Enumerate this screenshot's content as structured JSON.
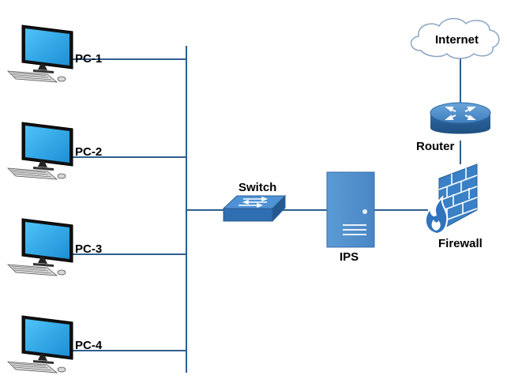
{
  "diagram": {
    "pcs": [
      {
        "label": "PC-1"
      },
      {
        "label": "PC-2"
      },
      {
        "label": "PC-3"
      },
      {
        "label": "PC-4"
      }
    ],
    "switch": {
      "label": "Switch"
    },
    "ips": {
      "label": "IPS"
    },
    "firewall": {
      "label": "Firewall"
    },
    "router": {
      "label": "Router"
    },
    "internet": {
      "label": "Internet"
    }
  },
  "colors": {
    "link": "#2e5f8f",
    "monitor_frame": "#1a1a1a",
    "screen": "#29a3e0",
    "device_blue": "#3a7fc4",
    "brick": "#3a80c6",
    "cloud_stroke": "#8aa6c4"
  }
}
